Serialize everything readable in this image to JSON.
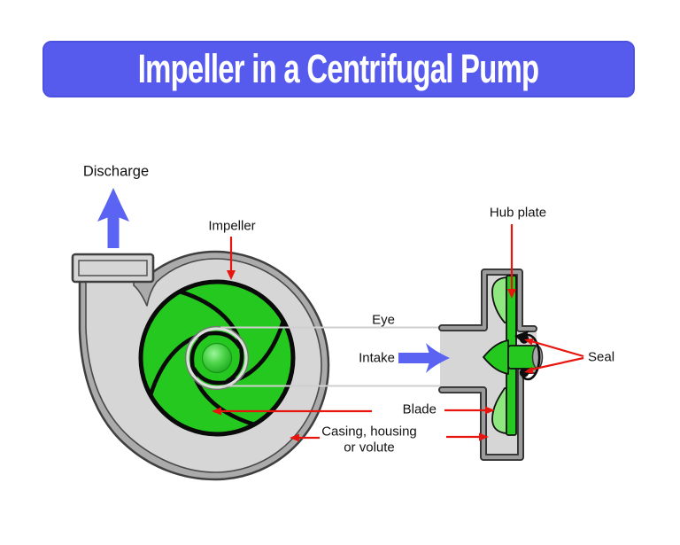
{
  "banner": {
    "title": "Impeller in a Centrifugal Pump"
  },
  "labels": {
    "discharge": "Discharge",
    "impeller": "Impeller",
    "hub_plate": "Hub plate",
    "eye": "Eye",
    "intake": "Intake",
    "seal": "Seal",
    "blade": "Blade",
    "casing_line1": "Casing, housing",
    "casing_line2": "or volute"
  },
  "colors": {
    "banner_blue": "#565bee",
    "flow_arrow_blue": "#5a63f2",
    "callout_red": "#e8140e",
    "impeller_green": "#25c81f",
    "blade_light_green": "#8fe87f",
    "casing_gray": "#d6d6d6",
    "casing_band_gray": "#ababab",
    "outline_gray": "#3f3f3f",
    "wall_gray": "#9c9c9c",
    "title_text": "#ffffff",
    "label_text": "#111111"
  }
}
